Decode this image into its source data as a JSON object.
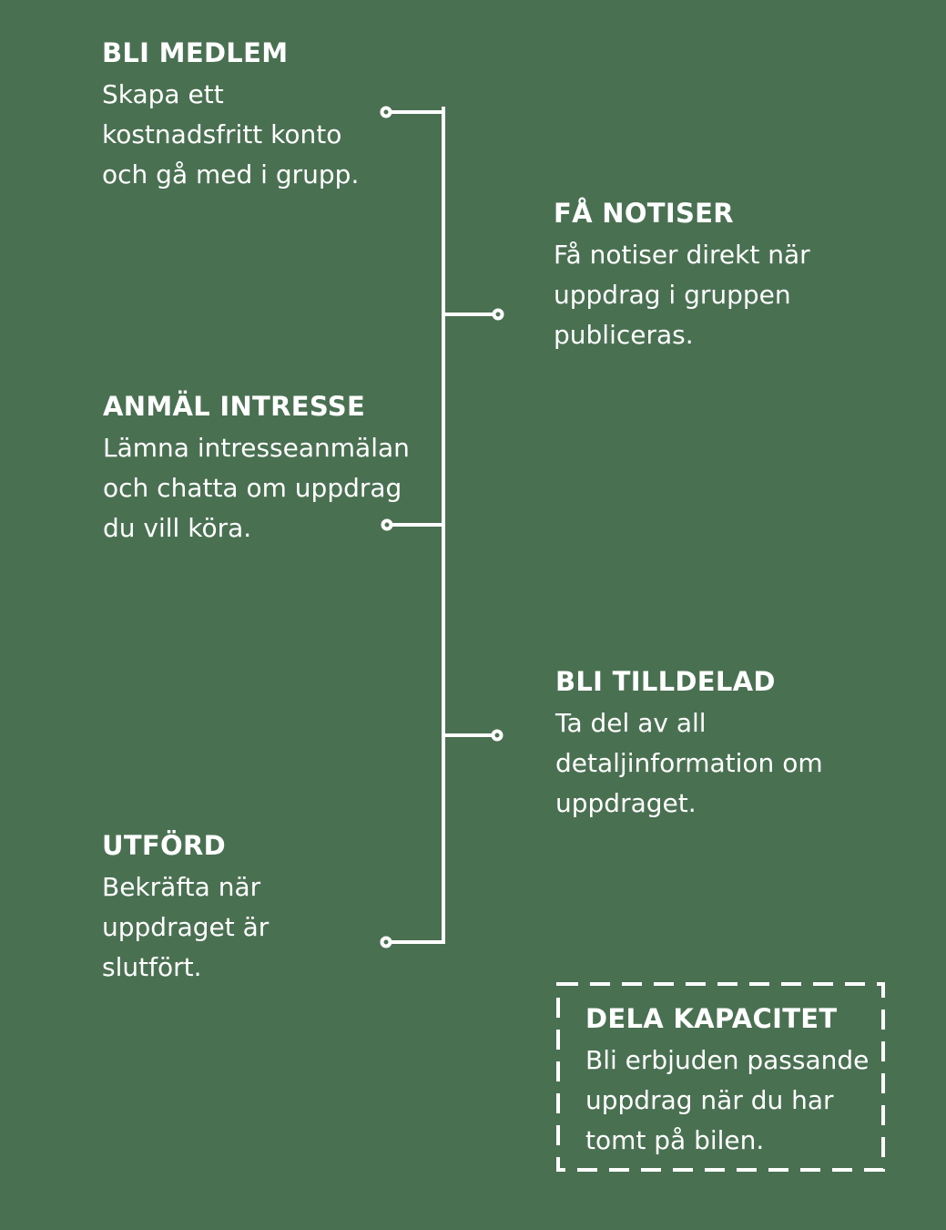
{
  "theme": {
    "background": "#4A7052",
    "foreground": "#FFFFFF"
  },
  "steps": [
    {
      "title": "BLI MEDLEM",
      "lines": [
        "Skapa ett",
        "kostnadsfritt konto",
        "och gå med i grupp."
      ]
    },
    {
      "title": "FÅ NOTISER",
      "lines": [
        "Få notiser direkt när",
        "uppdrag i gruppen",
        "publiceras."
      ]
    },
    {
      "title": "ANMÄL INTRESSE",
      "lines": [
        "Lämna intresseanmälan",
        "och chatta om uppdrag",
        "du vill köra."
      ]
    },
    {
      "title": "BLI TILLDELAD",
      "lines": [
        "Ta del av all",
        "detaljinformation om",
        "uppdraget."
      ]
    },
    {
      "title": "UTFÖRD",
      "lines": [
        "Bekräfta när",
        "uppdraget är",
        "slutfört."
      ]
    }
  ],
  "callout": {
    "title": "DELA KAPACITET",
    "lines": [
      "Bli erbjuden passande",
      "uppdrag när du har",
      "tomt på bilen."
    ]
  }
}
